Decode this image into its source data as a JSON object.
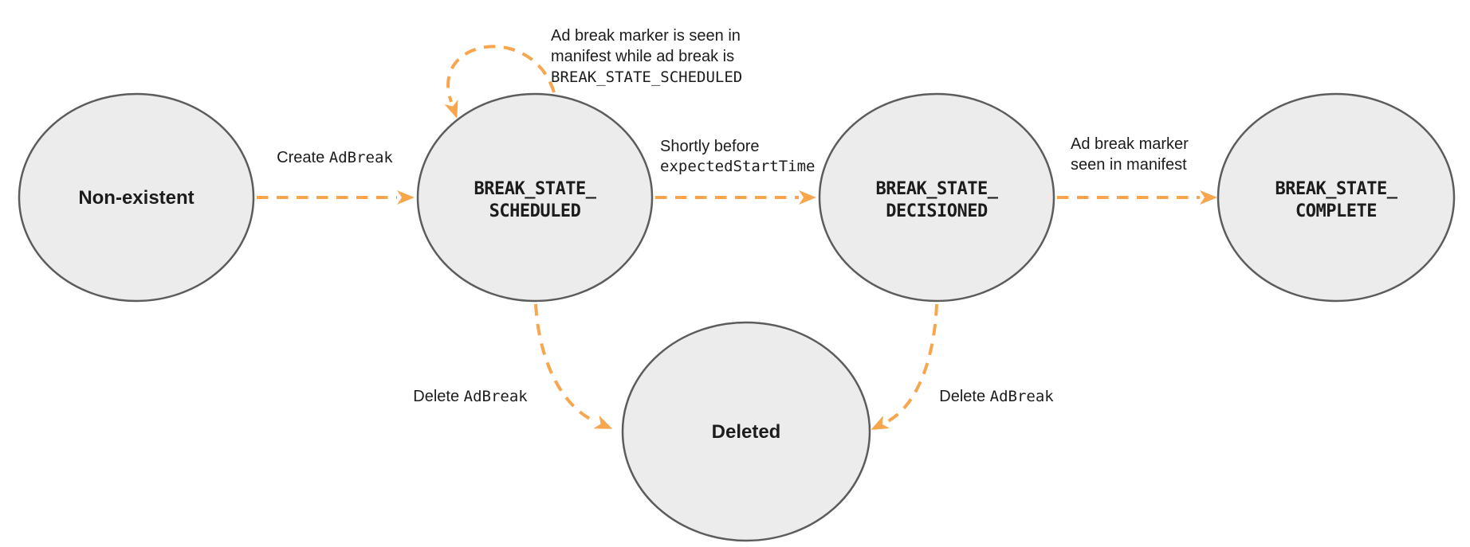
{
  "colors": {
    "arrow": "#F7A64E",
    "node_fill": "#ECECEC",
    "node_stroke": "#5C5C5C",
    "text": "#1C1C1C"
  },
  "diagram": {
    "nodes": {
      "non_existent": {
        "label": "Non-existent"
      },
      "scheduled": {
        "line1": "BREAK_STATE_",
        "line2": "SCHEDULED"
      },
      "decisioned": {
        "line1": "BREAK_STATE_",
        "line2": "DECISIONED"
      },
      "complete": {
        "line1": "BREAK_STATE_",
        "line2": "COMPLETE"
      },
      "deleted": {
        "label": "Deleted"
      }
    },
    "edges": {
      "create": {
        "text": "Create ",
        "code": "AdBreak"
      },
      "self_loop": {
        "line1": "Ad break marker is seen in",
        "line2": "manifest while ad break is",
        "line3": "BREAK_STATE_SCHEDULED"
      },
      "to_decisioned": {
        "line1": "Shortly before",
        "line2_code": "expectedStartTime"
      },
      "to_complete": {
        "line1": "Ad break marker",
        "line2": "seen in manifest"
      },
      "delete_left": {
        "text": "Delete ",
        "code": "AdBreak"
      },
      "delete_right": {
        "text": "Delete ",
        "code": "AdBreak"
      }
    }
  }
}
